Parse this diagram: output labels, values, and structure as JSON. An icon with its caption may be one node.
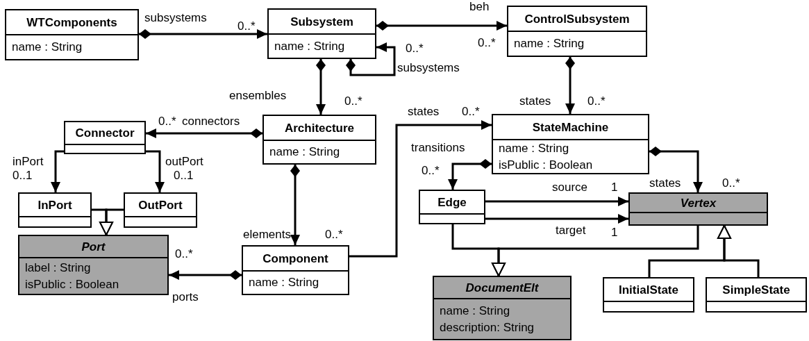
{
  "diagram": {
    "nodes": [
      {
        "text": [
          "WTComponents",
          "name : String"
        ]
      },
      {
        "text": [
          "Subsystem",
          "name : String"
        ]
      },
      {
        "text": [
          "ControlSubsystem",
          "name : String"
        ]
      },
      {
        "text": [
          "Connector"
        ]
      },
      {
        "text": [
          "Architecture",
          "name : String"
        ]
      },
      {
        "text": [
          "StateMachine",
          "name : String",
          "isPublic : Boolean"
        ]
      },
      {
        "text": [
          "InPort"
        ]
      },
      {
        "text": [
          "OutPort"
        ]
      },
      {
        "text": [
          "Port",
          "label : String",
          "isPublic : Boolean"
        ]
      },
      {
        "text": [
          "Component",
          "name : String"
        ]
      },
      {
        "text": [
          "Edge"
        ]
      },
      {
        "text": [
          "Vertex"
        ]
      },
      {
        "text": [
          "DocumentElt",
          "name : String",
          "description: String"
        ]
      },
      {
        "text": [
          "InitialState"
        ]
      },
      {
        "text": [
          "SimpleState"
        ]
      }
    ],
    "edges": [
      {
        "from": 0,
        "to": 1,
        "arrow": "to",
        "label": "subsystems"
      },
      {
        "from": 1,
        "to": 2,
        "arrow": "to",
        "label": "beh"
      },
      {
        "from": 1,
        "to": 1,
        "arrow": "to",
        "label": "subsystems"
      },
      {
        "from": 1,
        "to": 4,
        "arrow": "to",
        "label": "ensembles"
      },
      {
        "from": 4,
        "to": 3,
        "arrow": "to",
        "label": "connectors"
      },
      {
        "from": 3,
        "to": 6,
        "arrow": "to",
        "label": "inPort"
      },
      {
        "from": 3,
        "to": 7,
        "arrow": "to",
        "label": "outPort"
      },
      {
        "from": 2,
        "to": 5,
        "arrow": "to",
        "label": "states"
      },
      {
        "from": 4,
        "to": 9,
        "arrow": "to",
        "label": "elements"
      },
      {
        "from": 9,
        "to": 5,
        "arrow": "to",
        "label": "states"
      },
      {
        "from": 9,
        "to": 8,
        "arrow": "to",
        "label": "ports"
      },
      {
        "from": 5,
        "to": 10,
        "arrow": "to",
        "label": "transitions"
      },
      {
        "from": 5,
        "to": 11,
        "arrow": "to",
        "label": "states"
      },
      {
        "from": 10,
        "to": 11,
        "arrow": "to",
        "label": "source"
      },
      {
        "from": 10,
        "to": 11,
        "arrow": "to",
        "label": "target"
      },
      {
        "from": 6,
        "to": 8,
        "arrow": "to"
      },
      {
        "from": 7,
        "to": 8,
        "arrow": "to"
      },
      {
        "from": 10,
        "to": 12,
        "arrow": "to"
      },
      {
        "from": 11,
        "to": 12,
        "arrow": "to"
      },
      {
        "from": 13,
        "to": 11,
        "arrow": "to"
      },
      {
        "from": 14,
        "to": 11,
        "arrow": "to"
      }
    ],
    "labels": [
      "0..*",
      "0..*",
      "0..*",
      "0..*",
      "0..*",
      "0..1",
      "0..1",
      "0..*",
      "0..*",
      "0..*",
      "0..*",
      "0..*",
      "0..*",
      "1",
      "1"
    ]
  }
}
